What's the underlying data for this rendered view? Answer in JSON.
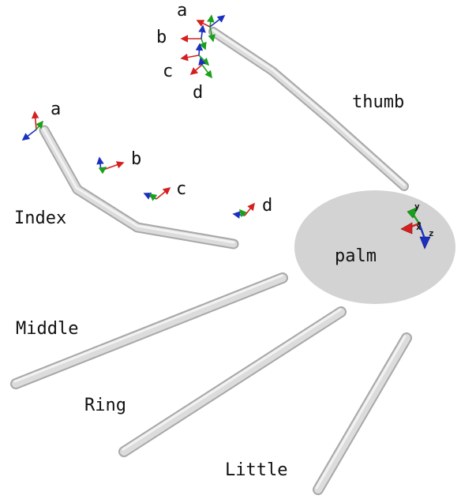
{
  "labels": {
    "thumb": "thumb",
    "index": "Index",
    "middle": "Middle",
    "ring": "Ring",
    "little": "Little",
    "palm": "palm",
    "thumb_joints": [
      "a",
      "b",
      "c",
      "d"
    ],
    "index_joints": [
      "a",
      "b",
      "c",
      "d"
    ],
    "palm_axes": [
      "y",
      "x",
      "z"
    ]
  },
  "colors": {
    "bone": "#d6d6d6",
    "palm": "#d3d3d3",
    "axis_x": "#d42020",
    "axis_y": "#1aa01a",
    "axis_z": "#1c2fbf"
  }
}
